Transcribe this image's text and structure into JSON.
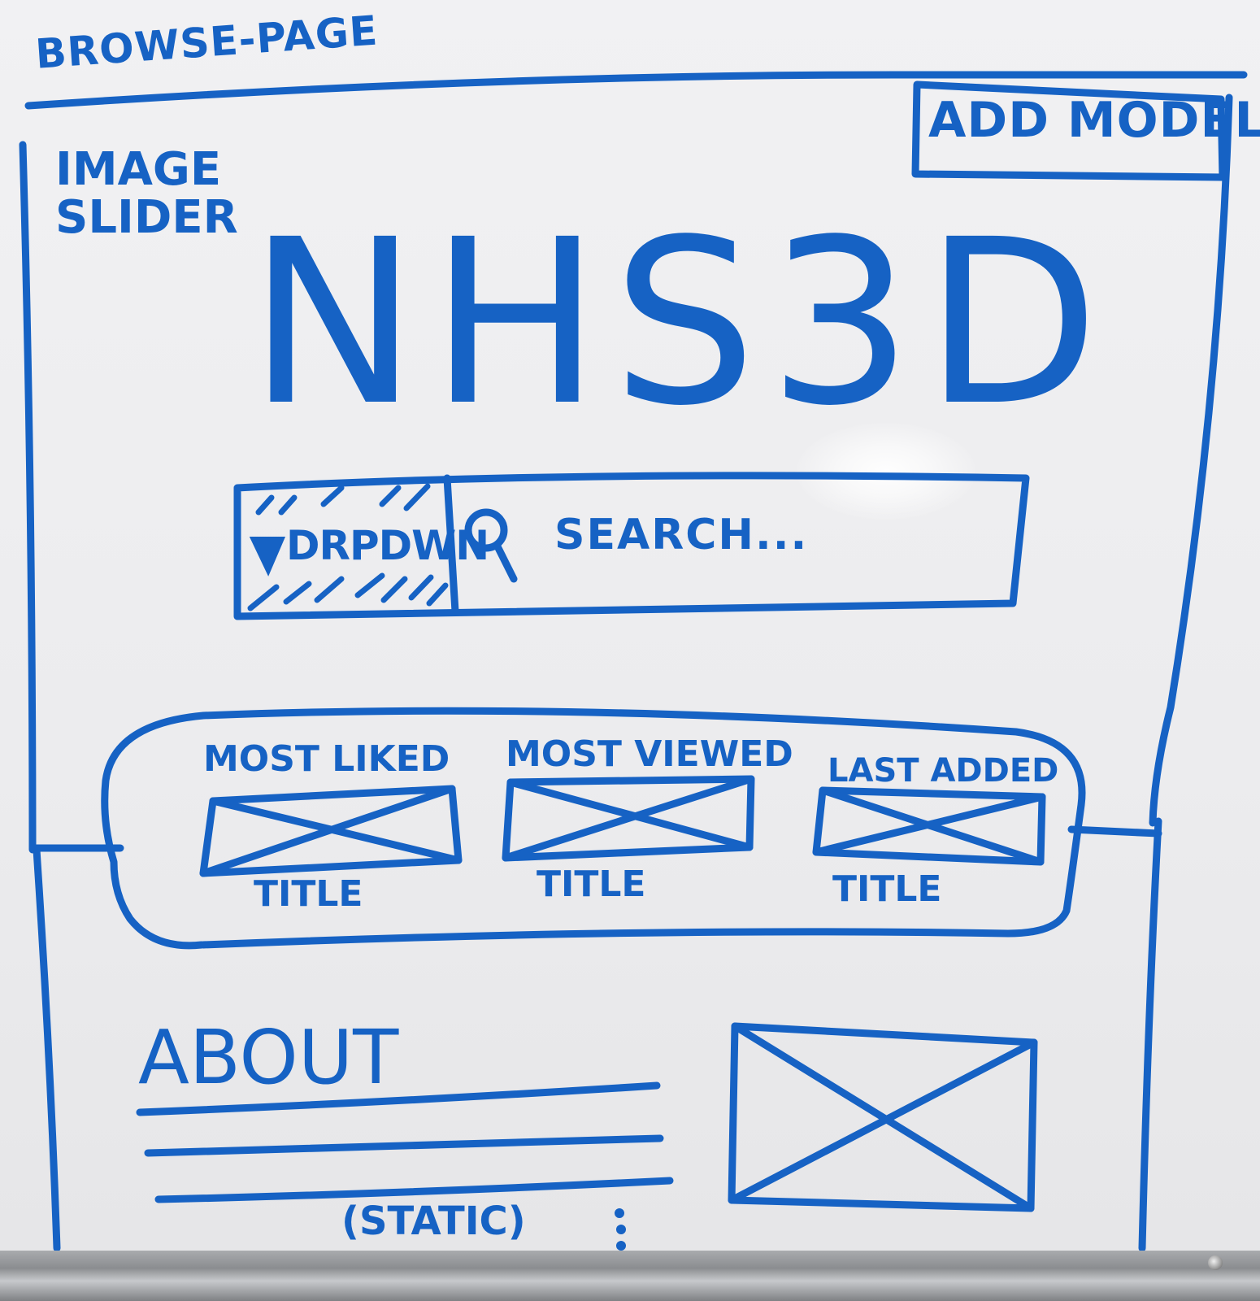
{
  "page": {
    "title": "BROWSE-PAGE"
  },
  "header": {
    "add_model_label": "ADD MODEL",
    "slider_label_line1": "IMAGE",
    "slider_label_line2": "SLIDER",
    "logo_text": "NHS3D"
  },
  "search_bar": {
    "dropdown_label": "DRPDWN",
    "placeholder": "SEARCH..."
  },
  "featured": {
    "sections": [
      {
        "heading": "MOST LIKED",
        "card_title": "TITLE"
      },
      {
        "heading": "MOST VIEWED",
        "card_title": "TITLE"
      },
      {
        "heading": "LAST ADDED",
        "card_title": "TITLE"
      }
    ]
  },
  "about": {
    "heading": "ABOUT",
    "note": "(STATIC)"
  },
  "colors": {
    "ink": "#1662c4",
    "board": "#efeff1"
  },
  "icons": [
    "search-icon",
    "dropdown-triangle-icon",
    "image-placeholder-icon"
  ]
}
